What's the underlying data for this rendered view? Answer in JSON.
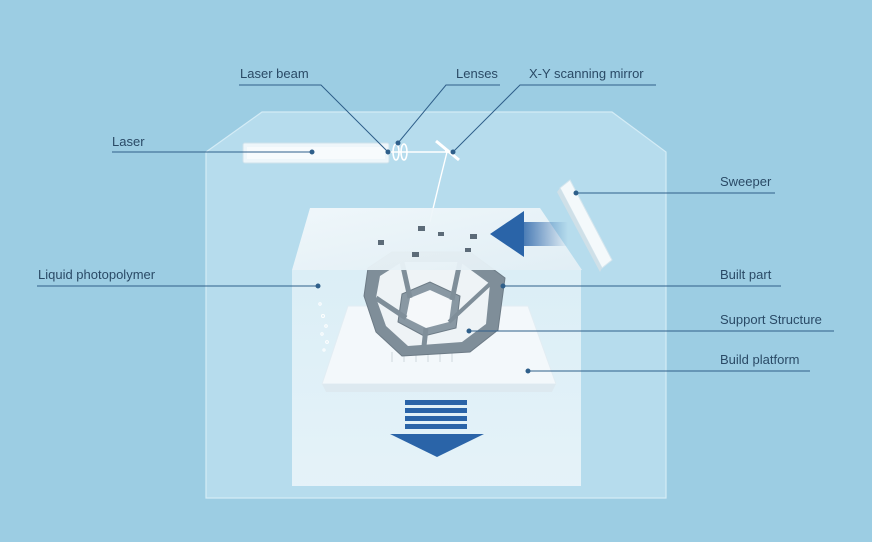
{
  "labels": {
    "laser_beam": "Laser beam",
    "lenses": "Lenses",
    "scanning_mirror": "X-Y scanning mirror",
    "laser": "Laser",
    "sweeper": "Sweeper",
    "liquid_photopolymer": "Liquid photopolymer",
    "built_part": "Built part",
    "support_structure": "Support Structure",
    "build_platform": "Build platform"
  },
  "colors": {
    "background": "#9ccde3",
    "enclosure": "#b6dced",
    "leader_line": "#2f5f8a",
    "arrow": "#2a64a8"
  },
  "icons": {
    "sweep_direction": "arrow-left-icon",
    "platform_motion": "arrow-down-icon"
  }
}
